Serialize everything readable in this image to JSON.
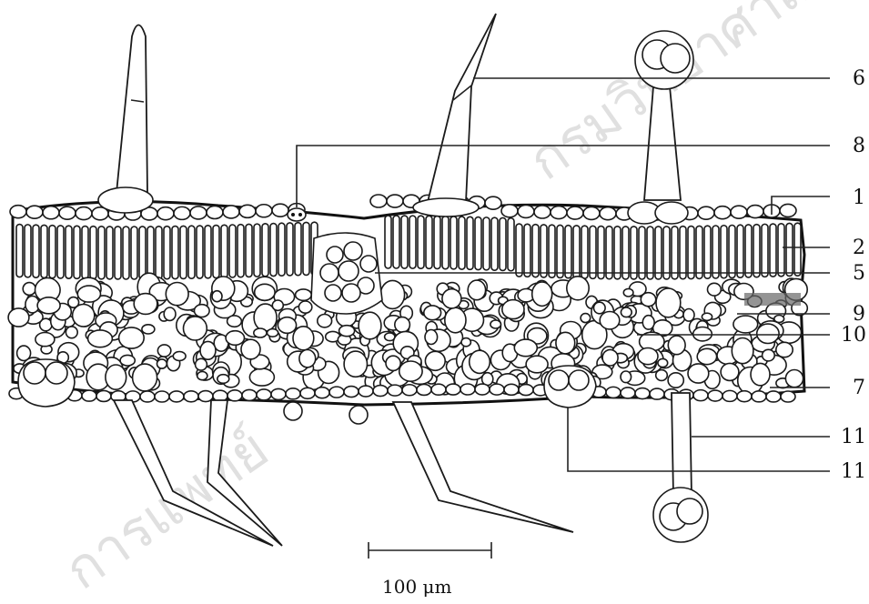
{
  "labels": [
    {
      "id": "6",
      "text": "6"
    },
    {
      "id": "8",
      "text": "8"
    },
    {
      "id": "1",
      "text": "1"
    },
    {
      "id": "2",
      "text": "2"
    },
    {
      "id": "5",
      "text": "5"
    },
    {
      "id": "9",
      "text": "9"
    },
    {
      "id": "10",
      "text": "10"
    },
    {
      "id": "7",
      "text": "7"
    },
    {
      "id": "11a",
      "text": "11"
    },
    {
      "id": "11b",
      "text": "11"
    }
  ],
  "scale_bar": {
    "text": "100 μm"
  },
  "watermarks": [
    "กรมวิทยาศาสตร์",
    "การแพทย์"
  ]
}
